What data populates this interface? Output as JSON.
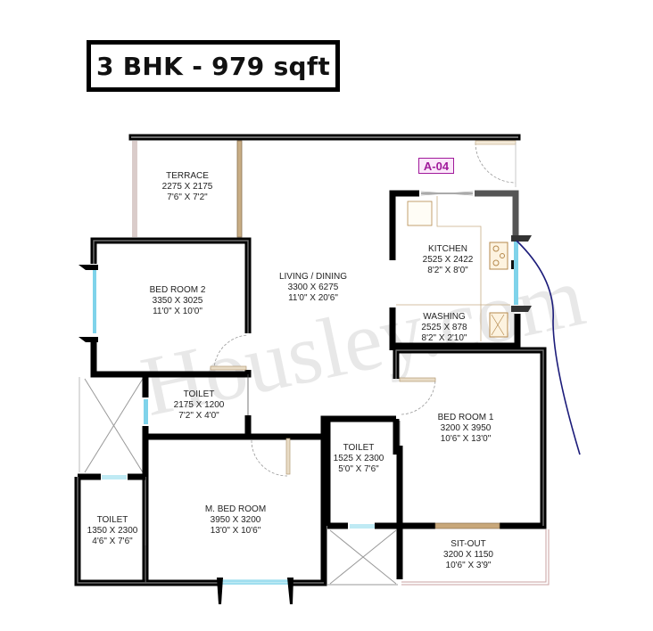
{
  "title": "3 BHK - 979 sqft",
  "unit_tag": "A-04",
  "watermark": "Housley.com",
  "rooms": {
    "terrace": {
      "name": "TERRACE",
      "mm": "2275 X 2175",
      "ft": "7'6\" X 7'2\""
    },
    "bedroom2": {
      "name": "BED ROOM 2",
      "mm": "3350 X 3025",
      "ft": "11'0\" X 10'0\""
    },
    "living": {
      "name": "LIVING / DINING",
      "mm": "3300 X 6275",
      "ft": "11'0\" X 20'6\""
    },
    "kitchen": {
      "name": "KITCHEN",
      "mm": "2525 X 2422",
      "ft": "8'2\" X 8'0\""
    },
    "washing": {
      "name": "WASHING",
      "mm": "2525 X 878",
      "ft": "8'2\" X 2'10\""
    },
    "toilet1": {
      "name": "TOILET",
      "mm": "2175 X 1200",
      "ft": "7'2\" X 4'0\""
    },
    "bedroom1": {
      "name": "BED ROOM 1",
      "mm": "3200 X 3950",
      "ft": "10'6\" X 13'0\""
    },
    "toilet2": {
      "name": "TOILET",
      "mm": "1525 X 2300",
      "ft": "5'0\" X 7'6\""
    },
    "mbedroom": {
      "name": "M. BED ROOM",
      "mm": "3950 X 3200",
      "ft": "13'0\" X 10'6\""
    },
    "toilet3": {
      "name": "TOILET",
      "mm": "1350 X 2300",
      "ft": "4'6\" X 7'6\""
    },
    "sitout": {
      "name": "SIT-OUT",
      "mm": "3200 X 1150",
      "ft": "10'6\" X 3'9\""
    }
  },
  "colors": {
    "wall": "#000000",
    "wall_core": "#6e6e6e",
    "window": "#7fd3ea",
    "door": "#c8ad85",
    "tag": "#a11a9b",
    "fixture": "#b5894d",
    "drain_line": "#1c1c7a"
  }
}
